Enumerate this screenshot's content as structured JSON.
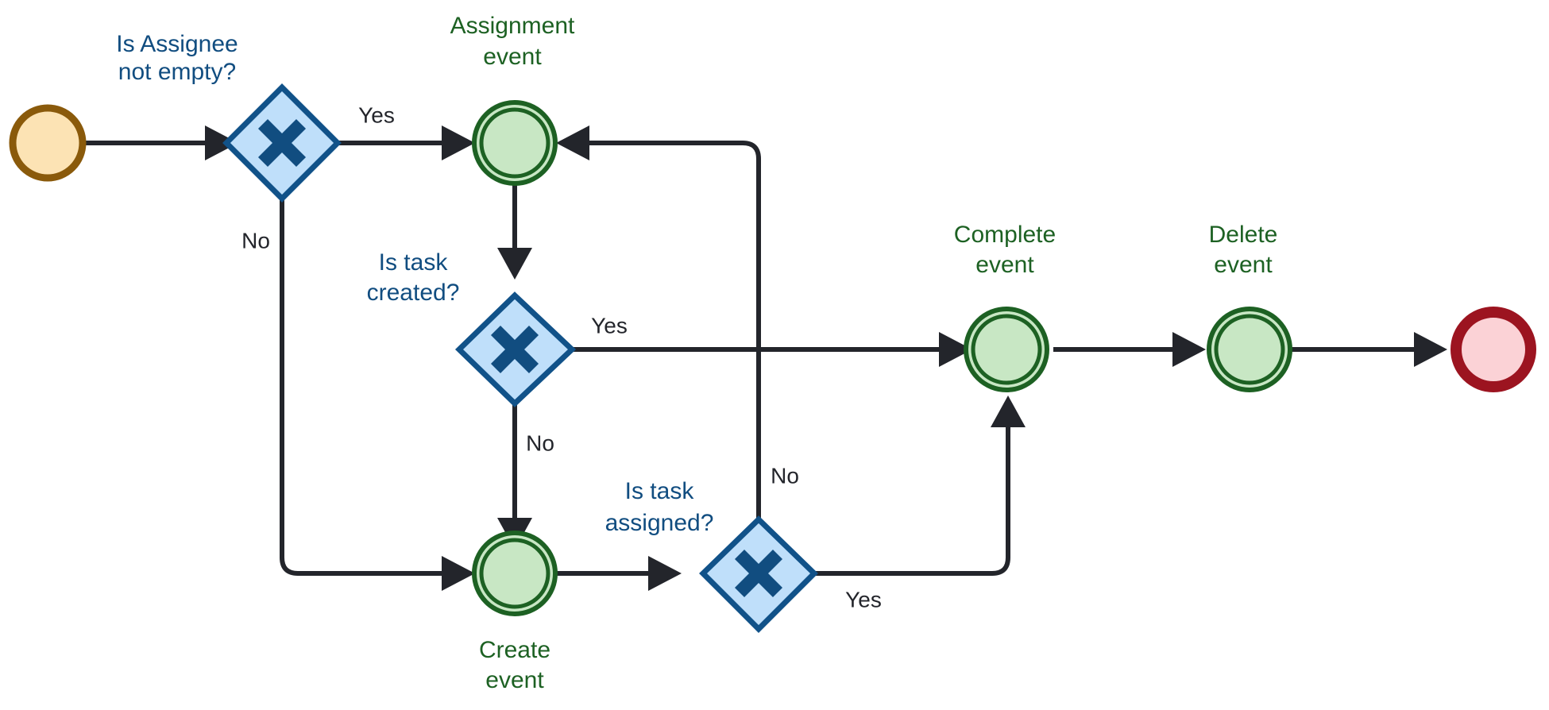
{
  "diagram": {
    "type": "bpmn-flowchart",
    "background": "#ffffff",
    "colors": {
      "gateway_fill": "#bfdffa",
      "gateway_stroke": "#115289",
      "gateway_text": "#114d80",
      "event_fill": "#c8e7c4",
      "event_stroke": "#1d6123",
      "event_text": "#1d6123",
      "start_fill": "#fce3b4",
      "start_stroke": "#8a5a0b",
      "end_fill": "#fbd2d6",
      "end_stroke": "#9c1420",
      "connector": "#23252b"
    },
    "gateway_symbol": "X",
    "nodes": {
      "start_event": {
        "kind": "start-event",
        "label": ""
      },
      "gateway_assignee": {
        "kind": "exclusive-gateway",
        "label_line1": "Is Assignee",
        "label_line2": "not empty?"
      },
      "assignment_event": {
        "kind": "intermediate-event",
        "label_line1": "Assignment",
        "label_line2": "event"
      },
      "gateway_created": {
        "kind": "exclusive-gateway",
        "label_line1": "Is task",
        "label_line2": "created?"
      },
      "create_event": {
        "kind": "intermediate-event",
        "label_line1": "Create",
        "label_line2": "event"
      },
      "gateway_assigned": {
        "kind": "exclusive-gateway",
        "label_line1": "Is task",
        "label_line2": "assigned?"
      },
      "complete_event": {
        "kind": "intermediate-event",
        "label_line1": "Complete",
        "label_line2": "event"
      },
      "delete_event": {
        "kind": "intermediate-event",
        "label_line1": "Delete",
        "label_line2": "event"
      },
      "end_event": {
        "kind": "end-event",
        "label": ""
      }
    },
    "flow_labels": {
      "assignee_yes": "Yes",
      "assignee_no": "No",
      "created_yes": "Yes",
      "created_no": "No",
      "assigned_no": "No",
      "assigned_yes": "Yes"
    },
    "edges": [
      {
        "from": "start_event",
        "to": "gateway_assignee",
        "label": ""
      },
      {
        "from": "gateway_assignee",
        "to": "assignment_event",
        "label": "Yes"
      },
      {
        "from": "gateway_assignee",
        "to": "create_event",
        "label": "No"
      },
      {
        "from": "assignment_event",
        "to": "gateway_created",
        "label": ""
      },
      {
        "from": "gateway_created",
        "to": "complete_event",
        "label": "Yes"
      },
      {
        "from": "gateway_created",
        "to": "create_event",
        "label": "No"
      },
      {
        "from": "create_event",
        "to": "gateway_assigned",
        "label": ""
      },
      {
        "from": "gateway_assigned",
        "to": "assignment_event",
        "label": "No"
      },
      {
        "from": "gateway_assigned",
        "to": "complete_event",
        "label": "Yes"
      },
      {
        "from": "complete_event",
        "to": "delete_event",
        "label": ""
      },
      {
        "from": "delete_event",
        "to": "end_event",
        "label": ""
      }
    ]
  }
}
